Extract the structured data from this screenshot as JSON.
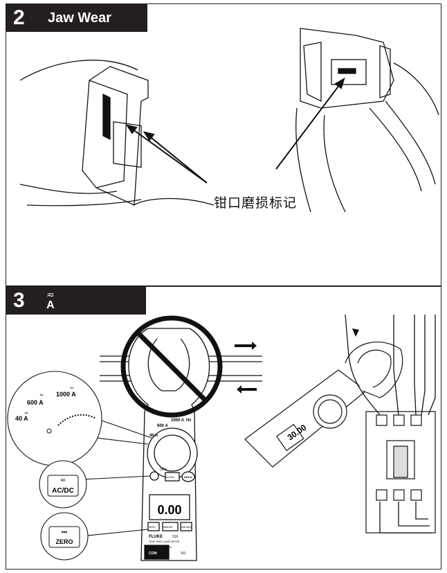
{
  "step2": {
    "number": "2",
    "title": "Jaw Wear",
    "callout": "钳口磨损标记"
  },
  "step3": {
    "number": "3",
    "header_symbol": "≂",
    "header_unit": "A",
    "dial": {
      "r1000": "1000 A",
      "r600": "600 A",
      "r40": "40 A",
      "sym1000": "⎓",
      "sym600": "≂",
      "sym40": "≂"
    },
    "acdc_label": "AC/DC",
    "zero_label": "ZERO",
    "meter": {
      "display": "0.00",
      "range_1000": "1000 A",
      "range_600": "600 A",
      "range_40": "40 A",
      "hz": "Hz",
      "off": "OFF",
      "hold": "HOLD",
      "acdc": "AC/DC",
      "zero": "ZERO",
      "inrush": "INRUSH",
      "minmax": "MIN MAX",
      "brand": "FLUKE",
      "model": "319",
      "subtitle": "TRUE RMS CLAMP METER",
      "com": "COM",
      "vohm": "VΩ",
      "cat": "CAT III"
    }
  }
}
